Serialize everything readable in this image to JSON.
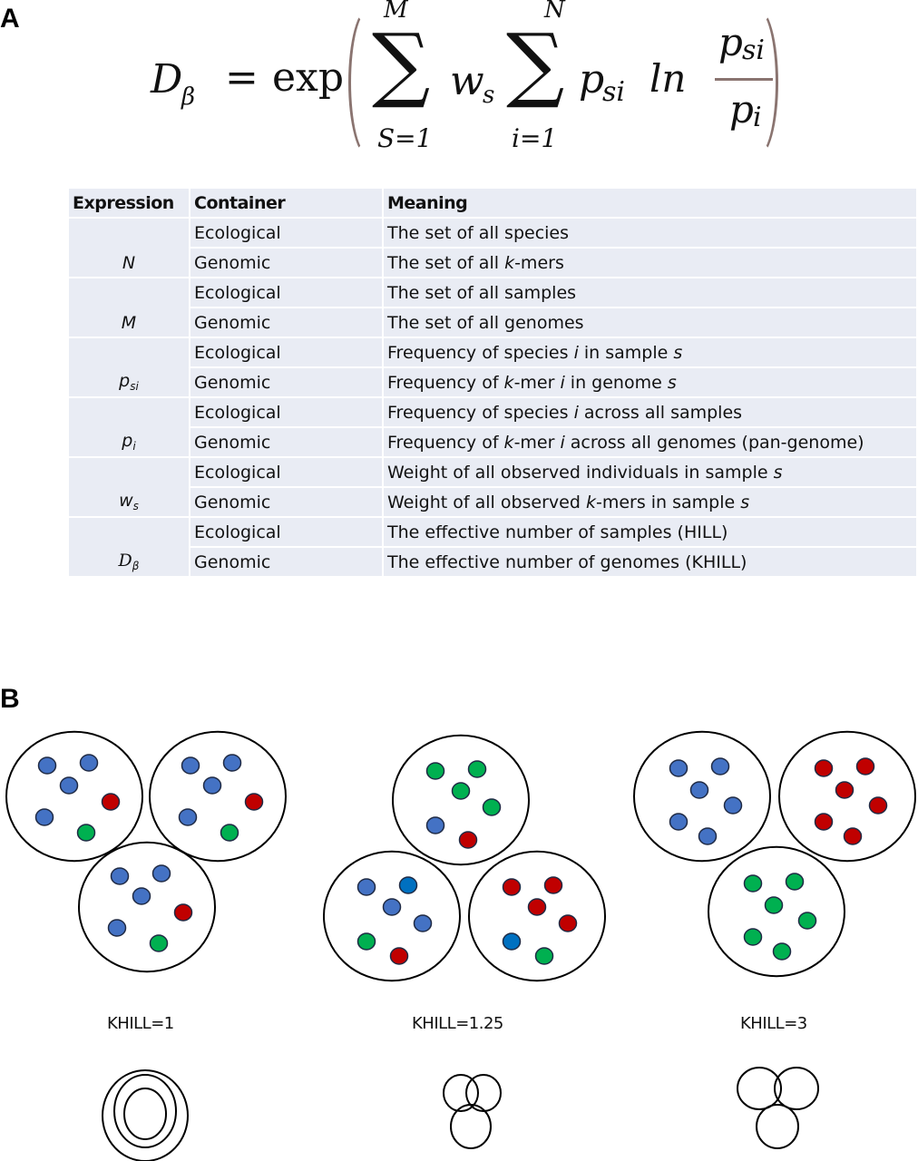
{
  "panel_labels": {
    "a": "A",
    "b": "B"
  },
  "formula": {
    "lhs": "D",
    "lhs_sub": "β",
    "equals": "=",
    "func": "exp",
    "sum1_upper": "M",
    "sum1_lower": "S=1",
    "sum_symbol": "∑",
    "w": "w",
    "w_sub": "s",
    "sum2_upper": "N",
    "sum2_lower": "i=1",
    "p": "p",
    "p_sub": "si",
    "ln": "ln",
    "num": "p",
    "num_sub": "si",
    "den": "p",
    "den_sub": "i"
  },
  "table": {
    "headers": [
      "Expression",
      "Container",
      "Meaning"
    ],
    "groups": [
      {
        "expr": "N",
        "expr_sub": "",
        "rows": [
          {
            "container": "Ecological",
            "meaning": "The set of all species"
          },
          {
            "container": "Genomic",
            "meaning": "The set of all k-mers"
          }
        ]
      },
      {
        "expr": "M",
        "expr_sub": "",
        "rows": [
          {
            "container": "Ecological",
            "meaning": "The set of all samples"
          },
          {
            "container": "Genomic",
            "meaning": "The set of all genomes"
          }
        ]
      },
      {
        "expr": "p",
        "expr_sub": "si",
        "rows": [
          {
            "container": "Ecological",
            "meaning": "Frequency of species i in sample s"
          },
          {
            "container": "Genomic",
            "meaning": "Frequency of k-mer i in genome s"
          }
        ]
      },
      {
        "expr": "p",
        "expr_sub": "i",
        "rows": [
          {
            "container": "Ecological",
            "meaning": "Frequency of species i across all samples"
          },
          {
            "container": "Genomic",
            "meaning": "Frequency of k-mer i across all genomes (pan-genome)"
          }
        ]
      },
      {
        "expr": "w",
        "expr_sub": "s",
        "rows": [
          {
            "container": "Ecological",
            "meaning": "Weight of all observed individuals in sample s"
          },
          {
            "container": "Genomic",
            "meaning": "Weight of all observed k-mers in sample s"
          }
        ]
      },
      {
        "expr": "D",
        "expr_sub": "β",
        "rows": [
          {
            "container": "Ecological",
            "meaning": "The effective number of samples (HILL)"
          },
          {
            "container": "Genomic",
            "meaning": "The effective number of genomes (KHILL)"
          }
        ]
      }
    ]
  },
  "colors": {
    "blue": "#4472c4",
    "blue_alt": "#0070c0",
    "red": "#c00000",
    "green": "#00b050",
    "dot_stroke": "#1f2a44",
    "table_bg": "#e9ecf4",
    "paren": "#8a7470"
  },
  "scenarios": [
    {
      "label": "KHILL=1",
      "khill": 1,
      "samples": [
        {
          "dots": [
            "blue",
            "blue",
            "blue",
            "red",
            "blue",
            "green"
          ]
        },
        {
          "dots": [
            "blue",
            "blue",
            "blue",
            "red",
            "blue",
            "green"
          ]
        },
        {
          "dots": [
            "blue",
            "blue",
            "blue",
            "red",
            "blue",
            "green"
          ]
        }
      ],
      "venn": "nested"
    },
    {
      "label": "KHILL=1.25",
      "khill": 1.25,
      "samples": [
        {
          "dots": [
            "green",
            "green",
            "green",
            "green",
            "blue",
            "red"
          ]
        },
        {
          "dots": [
            "blue",
            "blue_alt",
            "blue",
            "blue",
            "green",
            "red"
          ]
        },
        {
          "dots": [
            "red",
            "red",
            "red",
            "red",
            "blue_alt",
            "green"
          ]
        }
      ],
      "venn": "overlapping"
    },
    {
      "label": "KHILL=3",
      "khill": 3,
      "samples": [
        {
          "dots": [
            "blue",
            "blue",
            "blue",
            "blue",
            "blue",
            "blue"
          ]
        },
        {
          "dots": [
            "red",
            "red",
            "red",
            "red",
            "red",
            "red"
          ]
        },
        {
          "dots": [
            "green",
            "green",
            "green",
            "green",
            "green",
            "green"
          ]
        }
      ],
      "venn": "disjoint"
    }
  ]
}
